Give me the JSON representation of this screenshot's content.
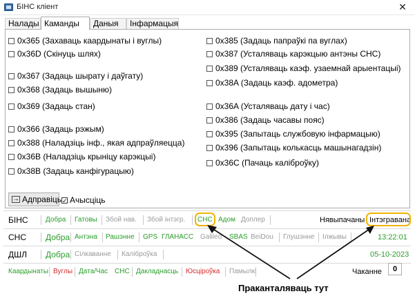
{
  "window": {
    "title": "БІНС кліент",
    "close": "✕"
  },
  "tabs": [
    "Налады",
    "Каманды",
    "Даныя",
    "Інфармацыя"
  ],
  "commands_left": [
    "0x365 (Захаваць каардынаты і вуглы)",
    "0x36D (Скінуць шлях)",
    "0x367 (Задаць шырату і даўгату)",
    "0x368 (Задаць вышыню)",
    "0x369 (Задаць стан)",
    "0x366 (Задаць рэжым)",
    "0x388 (Наладзіць інф., якая адпраўляецца)",
    "0x36B (Наладзіць крыніцу карэкцыі)",
    "0x38B (Задаць канфігурацыю)"
  ],
  "commands_right": [
    "0x385 (Задаць папраўкі па вуглах)",
    "0x387 (Усталяваць карэкцыю антэны СНС)",
    "0x389 (Усталяваць каэф. узаемнай арыентацыі)",
    "0x38A (Задаць каэф. адометра)",
    "0x36A (Усталяваць дату і час)",
    "0x386 (Задаць часавы пояс)",
    "0x395 (Запытаць службовую інфармацыю)",
    "0x396 (Запытаць колькасць машынагадзін)",
    "0x36C (Пачаць каліброўку)"
  ],
  "send_button": "Адправіць",
  "clear_checkbox": "Ачысціць",
  "bins_row": {
    "label": "БІНС",
    "items": [
      "Добра",
      "Гатовы",
      "Збой нав.",
      "Збой інтэгр.",
      "СНС",
      "Адом",
      "Доплер"
    ],
    "right": [
      "Нявыпачаны",
      "Інтэгравана"
    ]
  },
  "sns_row": {
    "label": "СНС",
    "items": [
      "Добра",
      "Антэна",
      "Рашэнне",
      "GPS",
      "ГЛАНАСС",
      "Galileo",
      "SBAS",
      "BeiDou",
      "Глушэнне",
      "Ілжывы"
    ],
    "time": "13:22:01"
  },
  "dshl_row": {
    "label": "ДШЛ",
    "items": [
      "Добра",
      "Сілкаванне",
      "Каліброўка"
    ],
    "date": "05-10-2023"
  },
  "bottom_row": {
    "items": [
      "Каардынаты",
      "Вуглы",
      "Дата/Час",
      "СНС",
      "Дакладнасць",
      "Юсціроўка",
      "Памылкі"
    ],
    "wait": "Чаканне",
    "count": "0"
  },
  "annotation": "Праканталяваць тут",
  "colors": {
    "ok": "#2a9d2a",
    "error": "#d42a2a",
    "inactive": "#9a9a9a",
    "highlight": "#f0b400"
  }
}
